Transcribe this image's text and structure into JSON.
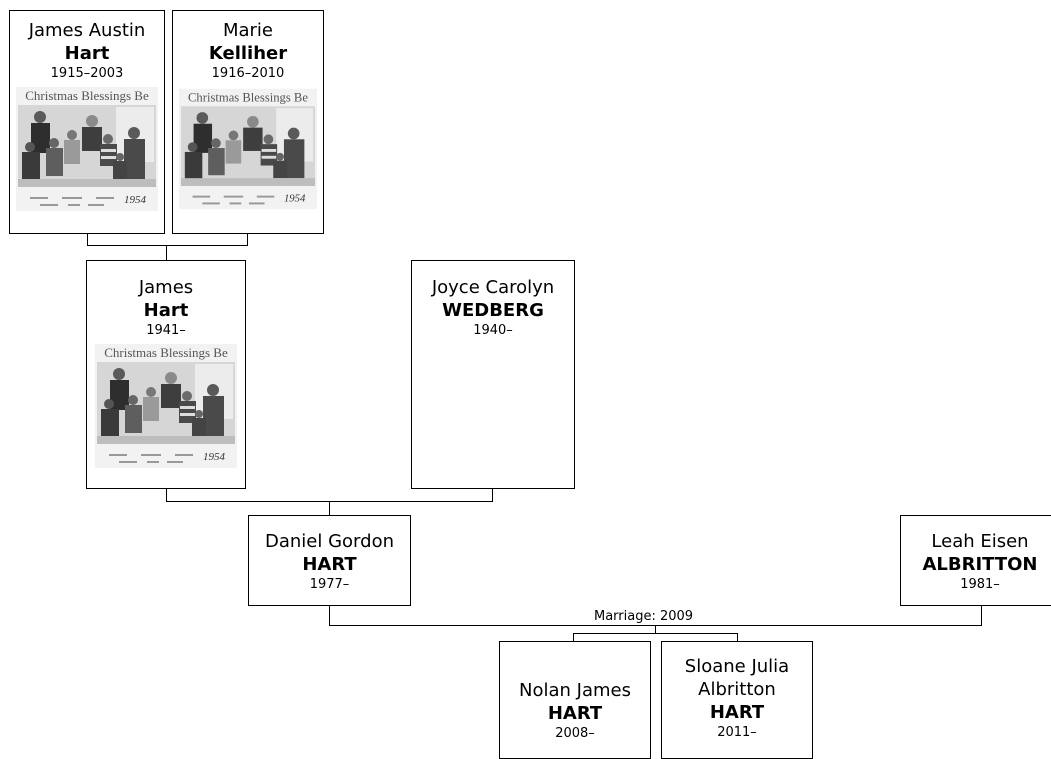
{
  "people": {
    "james_austin": {
      "given": "James Austin",
      "surname": "Hart",
      "dates": "1915–2003",
      "photo_caption": "Christmas Blessings Be",
      "photo_year": "1954"
    },
    "marie": {
      "given": "Marie",
      "surname": "Kelliher",
      "dates": "1916–2010",
      "photo_caption": "Christmas Blessings Be",
      "photo_year": "1954"
    },
    "james": {
      "given": "James",
      "surname": "Hart",
      "dates": "1941–",
      "photo_caption": "Christmas Blessings Be",
      "photo_year": "1954"
    },
    "joyce": {
      "given": "Joyce Carolyn",
      "surname": "WEDBERG",
      "dates": "1940–"
    },
    "daniel": {
      "given": "Daniel Gordon",
      "surname": "HART",
      "dates": "1977–"
    },
    "leah": {
      "given": "Leah Eisen",
      "surname": "ALBRITTON",
      "dates": "1981–"
    },
    "nolan": {
      "given": "Nolan James",
      "surname": "HART",
      "dates": "2008–"
    },
    "sloane": {
      "given_line1": "Sloane Julia",
      "given_line2": "Albritton",
      "surname": "HART",
      "dates": "2011–"
    }
  },
  "marriage": {
    "label": "Marriage: 2009"
  },
  "photo_colors": {
    "bg": "#e4e4e4",
    "figure": "#5a5a5a",
    "dark": "#2e2e2e",
    "light": "#bdbdbd"
  }
}
